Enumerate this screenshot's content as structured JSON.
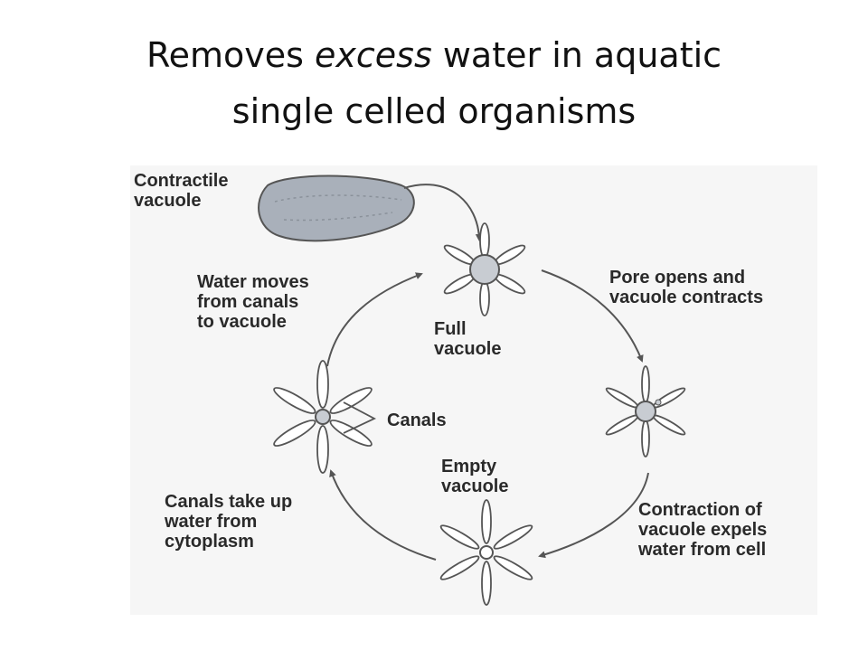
{
  "title": {
    "part1": "Removes ",
    "emphasis": "excess",
    "part2": " water in aquatic",
    "line2": "single celled organisms"
  },
  "diagram": {
    "labels": {
      "contractile_vacuole": "Contractile\nvacuole",
      "water_moves": "Water moves\nfrom canals\nto vacuole",
      "full_vacuole": "Full\nvacuole",
      "pore_opens": "Pore opens and\nvacuole contracts",
      "canals": "Canals",
      "empty_vacuole": "Empty\nvacuole",
      "canals_take_up": "Canals take up\nwater from\ncytoplasm",
      "contraction": "Contraction of\nvacuole expels\nwater from cell"
    },
    "colors": {
      "ink": "#555555",
      "fill": "#c8ccd2",
      "organism_fill": "#a9b0ba",
      "background": "#f6f6f6"
    }
  }
}
